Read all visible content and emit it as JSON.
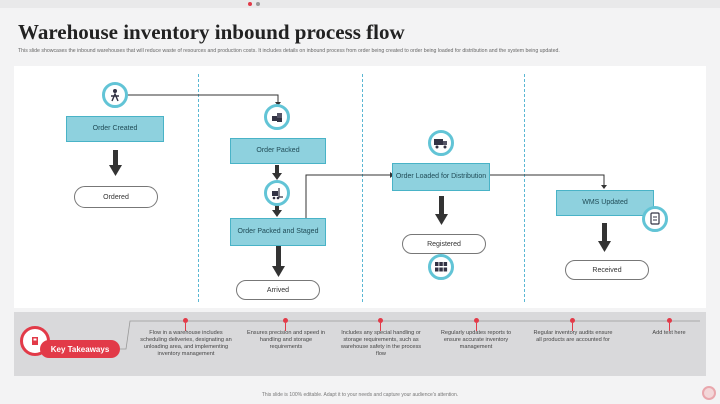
{
  "title": "Warehouse inventory inbound process flow",
  "subtitle": "This slide showcases the inbound warehouses that will reduce waste of resources and production costs. It includes details on inbound process from order being created to order being loaded for distribution and the system being updated.",
  "steps": {
    "order_created": "Order Created",
    "order_packed": "Order Packed",
    "order_packed_staged": "Order Packed and Staged",
    "order_loaded": "Order Loaded for Distribution",
    "wms_updated": "WMS Updated"
  },
  "statuses": {
    "ordered": "Ordered",
    "arrived": "Arrived",
    "registered": "Registered",
    "received": "Received"
  },
  "icons": {
    "c1": "worker-icon",
    "c2": "packages-icon",
    "c3": "forklift-icon",
    "c4": "truck-icon",
    "c5": "grid-icon",
    "c6": "scanner-icon"
  },
  "key_takeaways": {
    "label": "Key Takeaways",
    "items": [
      "Flow in a warehouse includes scheduling deliveries, designating an unloading area, and implementing inventory management",
      "Ensures precision and speed in handling and storage requirements",
      "Includes any special handling or storage requirements, such as warehouse safety in the process flow",
      "Regularly updates reports to ensure accurate inventory management",
      "Regular inventory audits ensure all products are accounted for",
      "Add text here"
    ]
  },
  "footer": "This slide is 100% editable. Adapt it to your needs and capture your audience's attention.",
  "colors": {
    "accent": "#62c4d6",
    "box": "#8ed1de",
    "red": "#e23a48"
  }
}
